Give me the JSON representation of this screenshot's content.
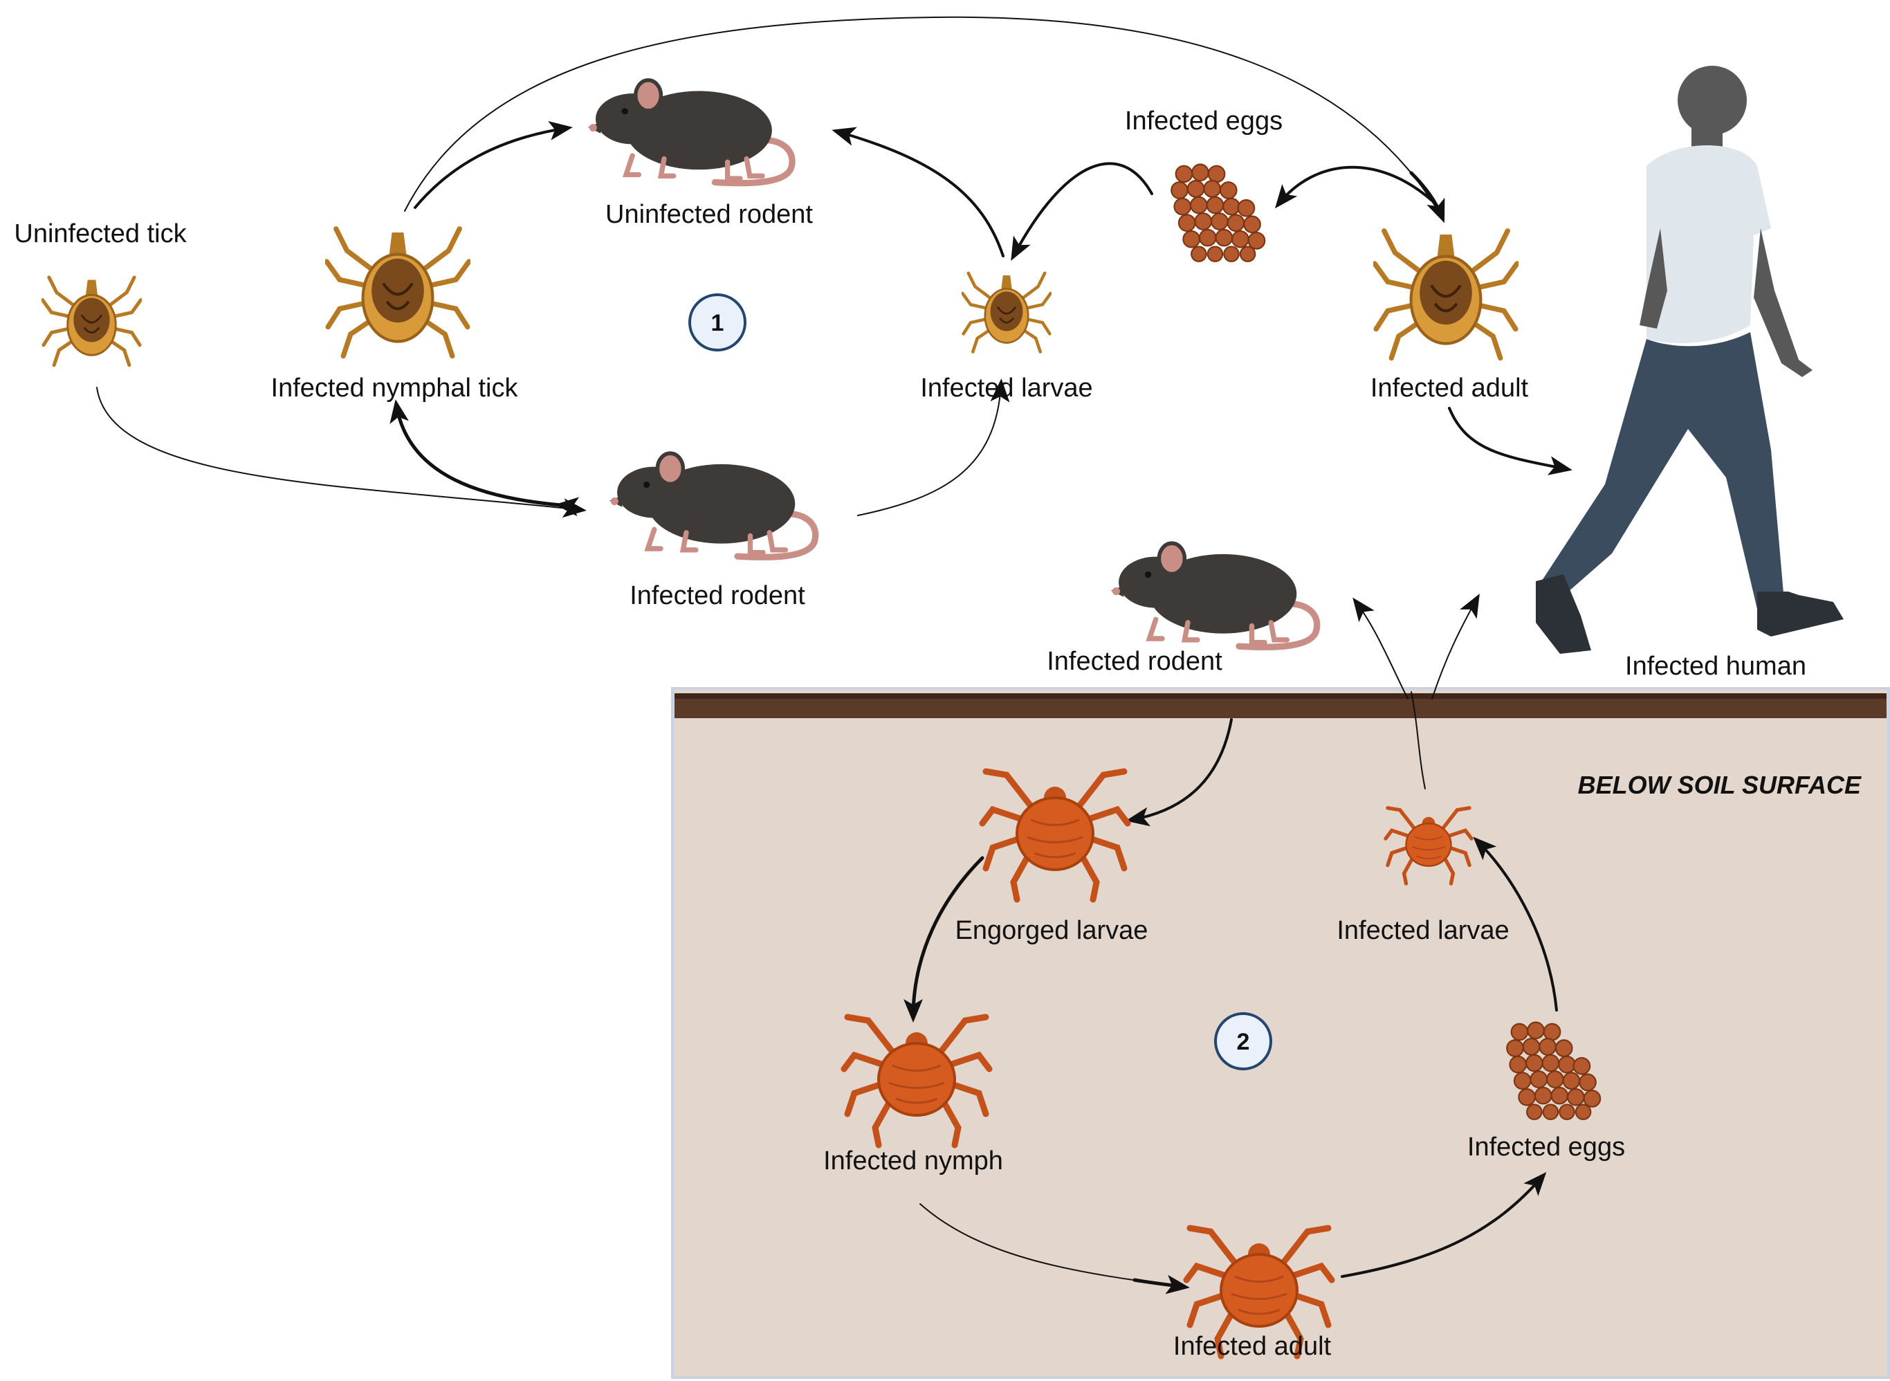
{
  "labels": {
    "uninfected_tick": "Uninfected tick",
    "infected_nymphal_tick": "Infected nymphal tick",
    "uninfected_rodent": "Uninfected rodent",
    "infected_eggs_top": "Infected eggs",
    "infected_larvae_top": "Infected larvae",
    "infected_adult_top": "Infected adult",
    "infected_rodent_left": "Infected rodent",
    "infected_rodent_right": "Infected rodent",
    "infected_human": "Infected human",
    "below_soil_surface": "BELOW SOIL SURFACE",
    "engorged_larvae": "Engorged larvae",
    "infected_larvae_bottom": "Infected larvae",
    "infected_nymph": "Infected nymph",
    "infected_eggs_bottom": "Infected eggs",
    "infected_adult_bottom": "Infected adult"
  },
  "badges": {
    "cycle1": "1",
    "cycle2": "2"
  },
  "colors": {
    "tick_body": "#c98a2e",
    "tick_shield": "#7a4a1c",
    "mite_body": "#d4571c",
    "rodent": "#3d3a38",
    "rodent_ear_tail": "#c98f86",
    "soil_panel": "#e3d6cd",
    "soil_surface": "#5c3a28",
    "human_shirt": "#dfe6ec",
    "human_pants": "#3b4c5f",
    "human_skin": "#585858",
    "badge_fill": "#eaf1fa",
    "badge_stroke": "#23456e"
  },
  "icons": [
    "tick-icon",
    "rodent-icon",
    "egg-cluster-icon",
    "mite-icon",
    "human-figure-icon"
  ]
}
